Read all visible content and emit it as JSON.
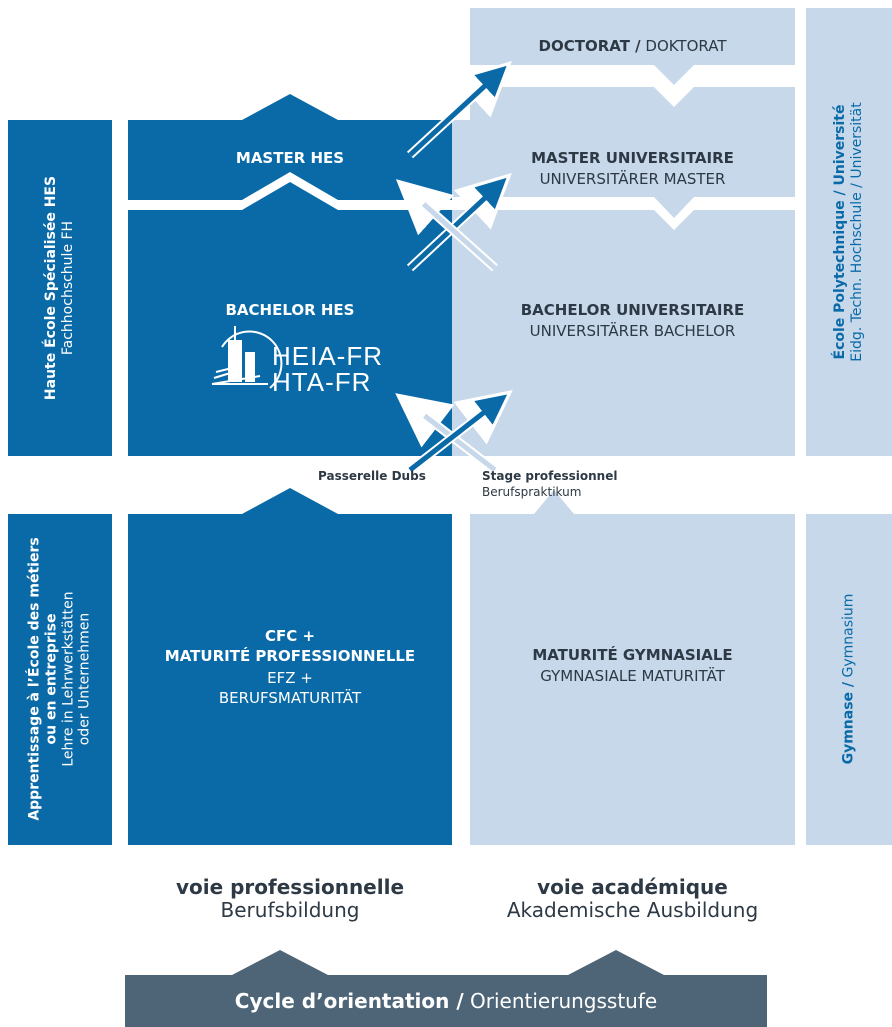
{
  "colors": {
    "dark_blue": "#0a6aa8",
    "light_blue": "#c7d8ea",
    "slate": "#4e6577",
    "white": "#ffffff",
    "text_dark": "#2d3944"
  },
  "professional": {
    "master": "MASTER HES",
    "bachelor": "BACHELOR HES",
    "cfc_line1": "CFC +",
    "cfc_line2": "MATURITÉ PROFESSIONNELLE",
    "cfc_de_line1": "EFZ +",
    "cfc_de_line2": "BERUFSMATURITÄT",
    "logo_line1": "HEIA-FR",
    "logo_line2": "HTA-FR",
    "logo_icon": "building-logo-icon"
  },
  "academic": {
    "doctorat_fr": "DOCTORAT /",
    "doctorat_de": "DOKTORAT",
    "master_fr": "MASTER UNIVERSITAIRE",
    "master_de": "UNIVERSITÄRER MASTER",
    "bachelor_fr": "BACHELOR UNIVERSITAIRE",
    "bachelor_de": "UNIVERSITÄRER BACHELOR",
    "maturite_fr": "MATURITÉ GYMNASIALE",
    "maturite_de": "GYMNASIALE MATURITÄT"
  },
  "side_left": {
    "hes_fr": "Haute École Spécialisée HES",
    "hes_de": "Fachhochschule FH",
    "app_fr_line1": "Apprentissage à l’École des métiers",
    "app_fr_line2": "ou en entreprise",
    "app_de_line1": "Lehre in Lehrwerkstätten",
    "app_de_line2": "oder Unternehmen"
  },
  "side_right": {
    "epf_fr": "École Polytechnique / Université",
    "epf_de": "Eidg. Techn. Hochschule / Universität",
    "gym_fr": "Gymnase /",
    "gym_de": "Gymnasium"
  },
  "passerelle": {
    "dubs": "Passerelle Dubs",
    "stage_fr": "Stage professionnel",
    "stage_de": "Berufspraktikum"
  },
  "tracks": {
    "pro_fr": "voie professionnelle",
    "pro_de": "Berufsbildung",
    "aca_fr": "voie académique",
    "aca_de": "Akademische Ausbildung"
  },
  "footer": {
    "cycle_fr": "Cycle d’orientation /",
    "cycle_de": "Orientierungsstufe"
  },
  "icons": [
    "double-arrow-icon",
    "building-logo-icon"
  ]
}
